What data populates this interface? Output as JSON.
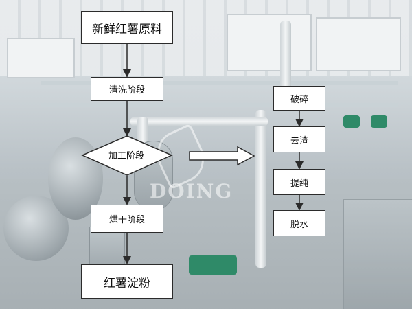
{
  "diagram": {
    "nodes": {
      "raw": "新鲜红薯原料",
      "wash": "清洗阶段",
      "process": "加工阶段",
      "dry": "烘干阶段",
      "product": "红薯淀粉",
      "crush": "破碎",
      "slag": "去渣",
      "purify": "提纯",
      "dewater": "脱水"
    },
    "edges": [
      [
        "raw",
        "wash"
      ],
      [
        "wash",
        "process"
      ],
      [
        "process",
        "dry"
      ],
      [
        "dry",
        "product"
      ],
      [
        "process",
        "crush"
      ],
      [
        "crush",
        "slag"
      ],
      [
        "slag",
        "purify"
      ],
      [
        "purify",
        "dewater"
      ]
    ]
  },
  "watermark": {
    "text": "DOING"
  },
  "colors": {
    "box_fill": "#ffffff",
    "box_border": "#2b2b2b",
    "arrow": "#2b2b2b"
  }
}
